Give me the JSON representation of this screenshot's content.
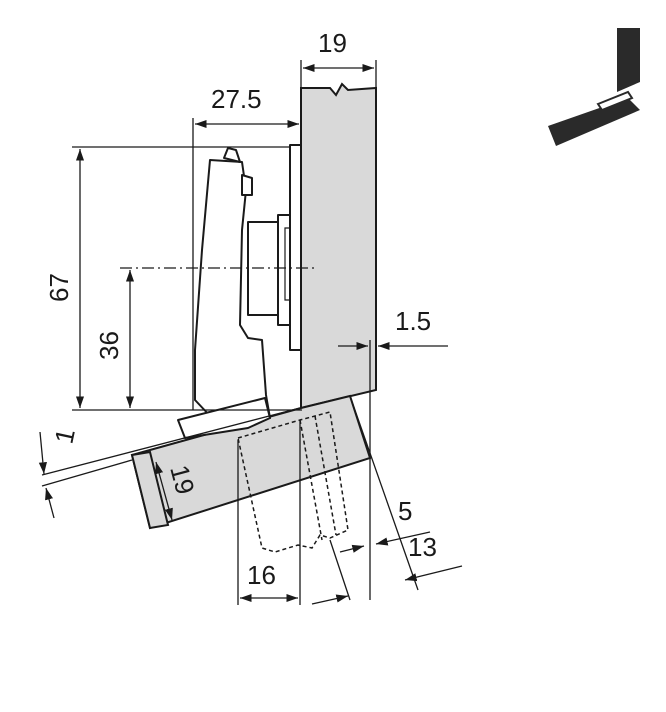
{
  "dimensions": {
    "side_panel_thickness": "19",
    "hinge_depth": "27.5",
    "overall_height": "67",
    "cup_center_height": "36",
    "gap": "1.5",
    "door_offset": "1",
    "door_thickness": "19",
    "cup_distance": "16",
    "overlay_small": "5",
    "overlay_large": "13"
  },
  "colors": {
    "panel_fill": "#d9d9d9",
    "line": "#1a1a1a",
    "icon_fill": "#2a2a2a"
  },
  "icons": {
    "corner_icon": "angled-door-icon"
  }
}
